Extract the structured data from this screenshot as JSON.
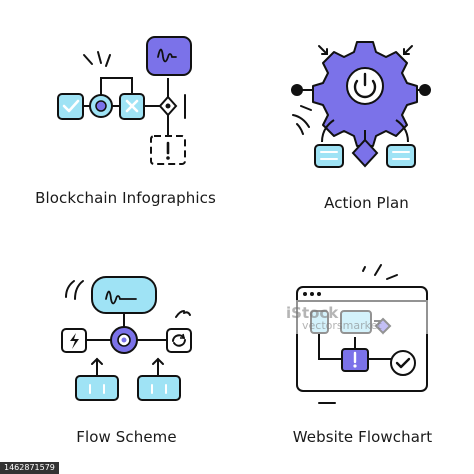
{
  "colors": {
    "accent": "#7b72e9",
    "light_blue": "#9fe3f5",
    "outline": "#111111"
  },
  "icons": [
    {
      "name": "blockchain-infographics-icon",
      "caption": "Blockchain Infographics"
    },
    {
      "name": "action-plan-icon",
      "caption": "Action Plan"
    },
    {
      "name": "flow-scheme-icon",
      "caption": "Flow Scheme"
    },
    {
      "name": "website-flowchart-icon",
      "caption": "Website Flowchart"
    }
  ],
  "watermark": {
    "brand": "iStock",
    "credit": "vectorsmarket"
  },
  "stock_id": "1462871579"
}
